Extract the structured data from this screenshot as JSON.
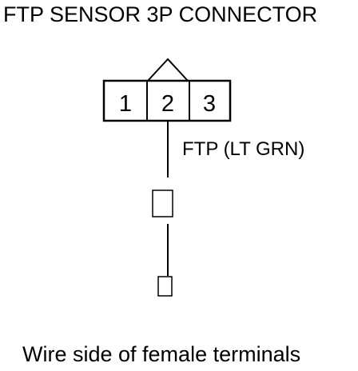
{
  "diagram": {
    "title": "FTP SENSOR 3P CONNECTOR",
    "connector": {
      "pins": [
        "1",
        "2",
        "3"
      ]
    },
    "wire_label": "FTP (LT GRN)",
    "caption": "Wire side of female terminals"
  }
}
